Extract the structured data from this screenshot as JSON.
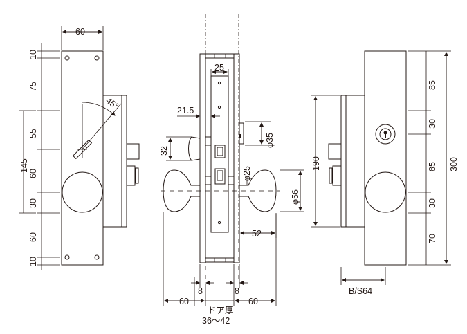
{
  "front_view": {
    "dims_top": "60",
    "dims_left": [
      "10",
      "75",
      "55",
      "60",
      "30",
      "60",
      "10"
    ],
    "dim_total": "145",
    "angle": "45°"
  },
  "side_view": {
    "dim_25": "25",
    "dim_21_5": "21.5",
    "dim_32": "32",
    "dim_phi35": "φ35",
    "dim_phi25": "φ25",
    "dim_phi56": "φ56",
    "dim_52": "52",
    "dim_8_left": "8",
    "dim_8_right": "8",
    "dim_60_left": "60",
    "dim_60_right": "60",
    "door_label": "ドア厚",
    "door_range": "36～42"
  },
  "back_view": {
    "dim_190": "190",
    "dims_right": [
      "85",
      "30",
      "85",
      "30",
      "70"
    ],
    "dim_300": "300",
    "backset": "B/S64"
  }
}
